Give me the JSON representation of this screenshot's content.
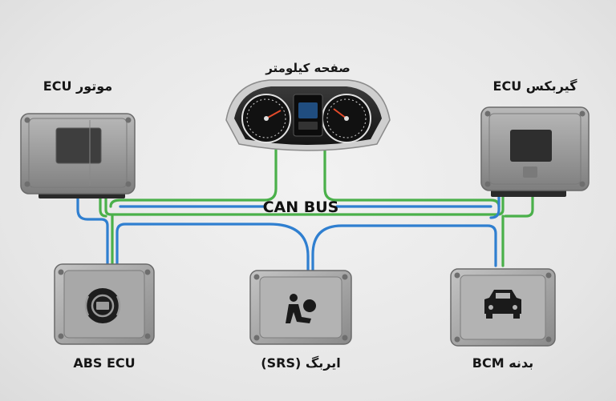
{
  "bus": {
    "label": "CAN BUS"
  },
  "nodes": {
    "engine": {
      "label": "موتور ECU"
    },
    "cluster": {
      "label": "صفحه کیلومتر"
    },
    "gearbox": {
      "label": "گیربکس ECU"
    },
    "abs": {
      "label": "ABS ECU"
    },
    "srs": {
      "label": "ایربگ (SRS)"
    },
    "bcm": {
      "label": "بدنه BCM"
    }
  },
  "colors": {
    "can_high": "#2f7fd0",
    "can_low": "#4ab04a",
    "module_body": "#9a9a9a",
    "connector": "#2a2a2a"
  },
  "icons": {
    "abs": "abs-warning-icon",
    "srs": "airbag-icon",
    "bcm": "car-front-icon"
  }
}
